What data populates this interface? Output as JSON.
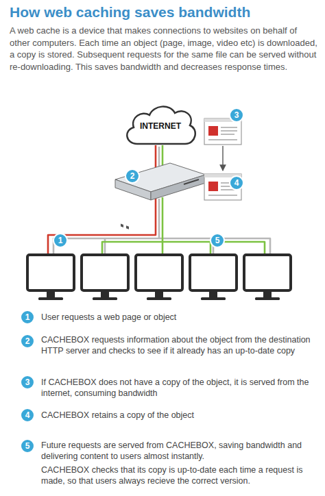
{
  "diagram": {
    "title": "How web caching saves bandwidth",
    "nodes": [
      {
        "text": [
          "INTERNET"
        ]
      }
    ],
    "labels": [
      "A web cache is a device that makes connections to websites on behalf of other computers. Each time an object (page, image, video etc) is downloaded, a copy is stored. Subsequent requests for the same file can be served without re-downloading. This saves bandwidth and decreases response times.",
      "3",
      "2",
      "4",
      "1",
      "5",
      "1",
      "User requests a web page or object",
      "2",
      "CACHEBOX requests information about the object from the destination HTTP server and checks to see if it already has an up-to-date copy",
      "3",
      "If CACHEBOX does not have a copy of the object, it is served from the internet, consuming bandwidth",
      "4",
      "CACHEBOX retains a copy of the object",
      "5",
      "Future requests are served from CACHEBOX, saving bandwidth and delivering content to users almost instantly.",
      "CACHEBOX checks that its copy is up-to-date each time a request is made, so that users always recieve the correct version."
    ]
  }
}
